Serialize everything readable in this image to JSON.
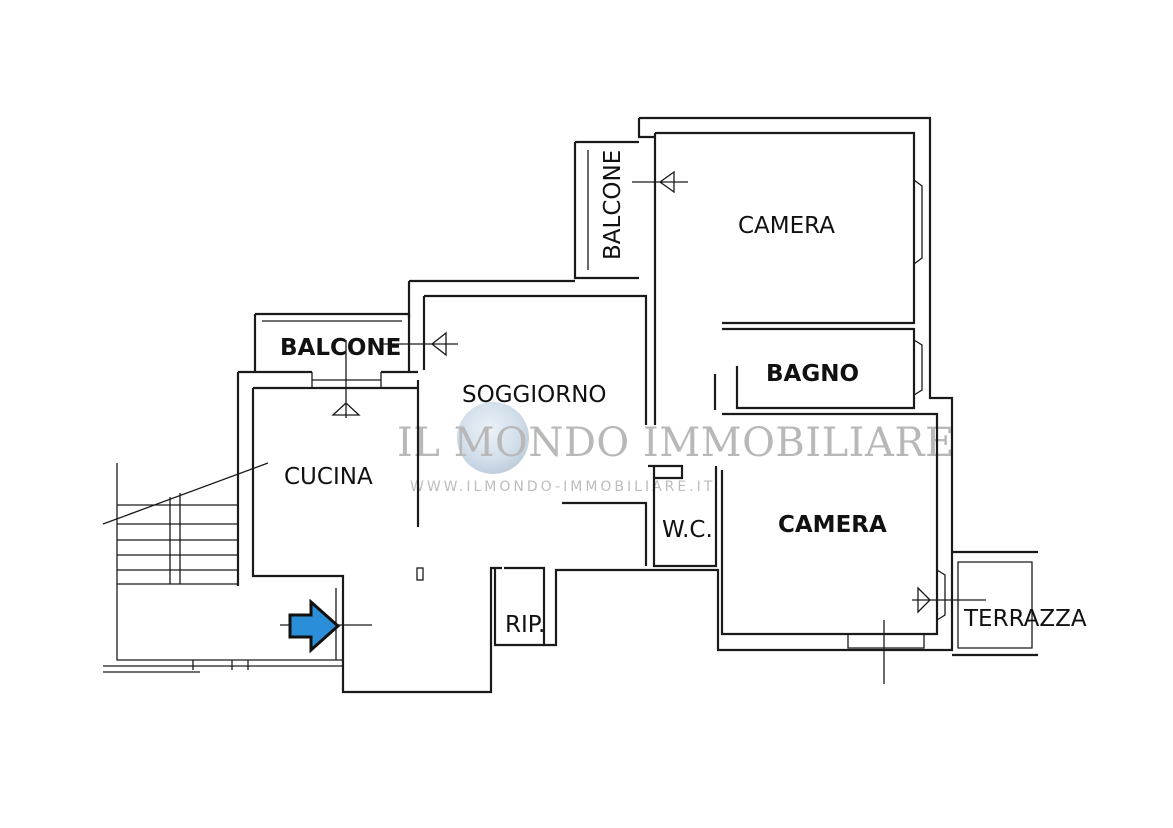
{
  "rooms": {
    "camera_top": "CAMERA",
    "balcone_top": "BALCONE",
    "balcone_left": "BALCONE",
    "soggiorno": "SOGGIORNO",
    "bagno": "BAGNO",
    "cucina": "CUCINA",
    "wc": "W.C.",
    "camera_bottom": "CAMERA",
    "rip": "RIP.",
    "terrazza": "TERRAZZA"
  },
  "watermark": {
    "title": "IL MONDO IMMOBILIARE",
    "url": "WWW.ILMONDO-IMMOBILIARE.IT"
  },
  "colors": {
    "wall": "#1a1a1a",
    "entrance_arrow": "#2a8fd8",
    "watermark": "#b8b8b8"
  },
  "icons": {
    "entrance": "entrance-arrow-icon",
    "watermark_logo": "globe-icon"
  }
}
